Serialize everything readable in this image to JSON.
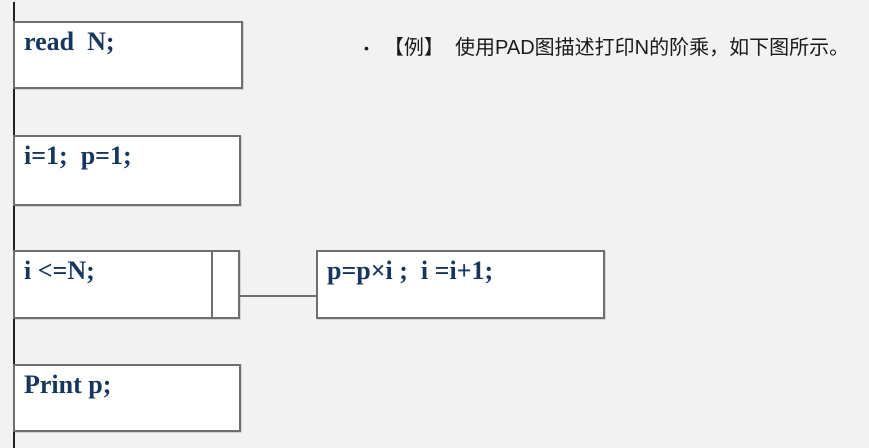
{
  "header": {
    "bullet_glyph": "•",
    "text": "【例】  使用PAD图描述打印N的阶乘，如下图所示。"
  },
  "pad": {
    "boxes": [
      {
        "name": "read-input",
        "label": "read  N;"
      },
      {
        "name": "init-variables",
        "label": "i=1;  p=1;"
      },
      {
        "name": "while-condition",
        "label": "i <=N;"
      },
      {
        "name": "loop-body",
        "label": "p=p×i ;  i =i+1;"
      },
      {
        "name": "print-output",
        "label": "Print p;"
      }
    ]
  },
  "colors": {
    "background": "#f2f2f2",
    "box_fill": "#ffffff",
    "box_border": "#6f6f6f",
    "trunk_line": "#222222",
    "code_text": "#17365d",
    "caption_text": "#1a1a1a"
  }
}
